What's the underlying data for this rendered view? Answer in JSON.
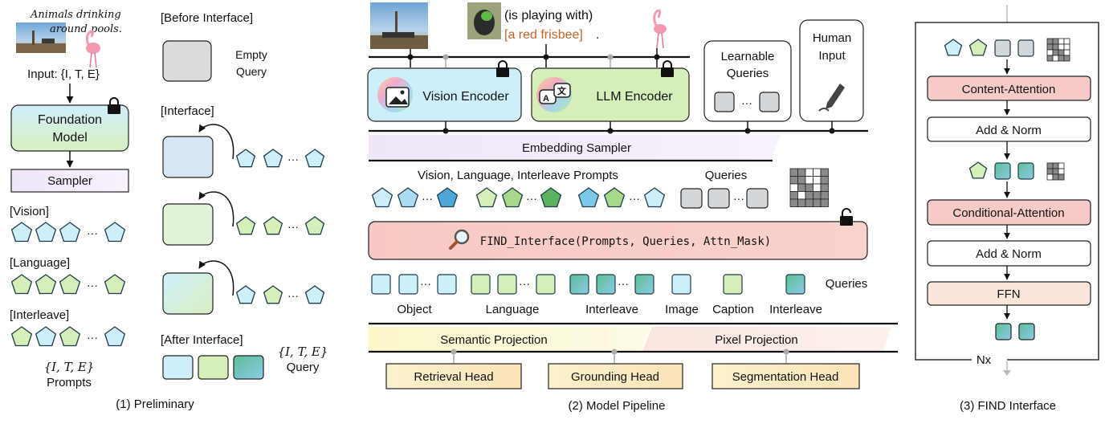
{
  "colors": {
    "vision": "#cdeffa",
    "language": "#d6efb8",
    "interleave_a": "#8fd7c8",
    "interleave_b": "#4fb0a0",
    "query_gray": "#d3d6d8",
    "foundation_top": "#cdeffa",
    "foundation_bottom": "#d9f0c0",
    "attention": "#f6cbc7",
    "ffn": "#fbe6dc",
    "sampler": "#f3ecfa",
    "semantic": "#fbf8d2",
    "pixel": "#fbe9e4",
    "head": "#fbecc6",
    "frisbee": "#c0652a"
  },
  "icons": [
    "lock-icon",
    "unlock-icon",
    "magnifier-icon",
    "pen-icon",
    "image-icon",
    "translate-icon",
    "flamingo-icon",
    "giraffe-photo",
    "dog-photo"
  ],
  "panel1": {
    "caption": "(1) Preliminary",
    "handwritten": [
      "Animals drinking",
      "around pools."
    ],
    "input_label": "Input: {I, T, E}",
    "foundation": [
      "Foundation",
      "Model"
    ],
    "sampler": "Sampler",
    "vision": "[Vision]",
    "language": "[Language]",
    "interleave": "[Interleave]",
    "ellipsis": "···",
    "prompts_set": "{I, T, E}",
    "prompts": "Prompts",
    "before_interface": "[Before Interface]",
    "empty_query": [
      "Empty",
      "Query"
    ],
    "interface": "[Interface]",
    "after_interface": "[After Interface]",
    "query_set": "{I, T, E}",
    "query": "Query"
  },
  "panel2": {
    "caption": "(2) Model Pipeline",
    "is_playing": "(is playing with)",
    "frisbee": "[a red frisbee]",
    "period": ".",
    "vision_encoder": "Vision Encoder",
    "llm_encoder": "LLM Encoder",
    "learnable_queries": [
      "Learnable",
      "Queries"
    ],
    "human_input": [
      "Human",
      "Input"
    ],
    "embedding_sampler": "Embedding Sampler",
    "prompts_title": "Vision, Language, Interleave Prompts",
    "queries_title": "Queries",
    "find_call": "FIND_Interface(Prompts, Queries, Attn_Mask)",
    "out_labels": [
      "Object",
      "Language",
      "Interleave",
      "Image",
      "Caption",
      "Interleave"
    ],
    "queries_out": "Queries",
    "semantic_projection": "Semantic Projection",
    "pixel_projection": "Pixel Projection",
    "retrieval_head": "Retrieval Head",
    "grounding_head": "Grounding Head",
    "segmentation_head": "Segmentation Head",
    "ellipsis": "···"
  },
  "panel3": {
    "caption": "(3) FIND Interface",
    "content_attention": "Content-Attention",
    "add_norm_1": "Add & Norm",
    "conditional_attention": "Conditional-Attention",
    "add_norm_2": "Add & Norm",
    "ffn": "FFN",
    "nx": "Nx"
  }
}
